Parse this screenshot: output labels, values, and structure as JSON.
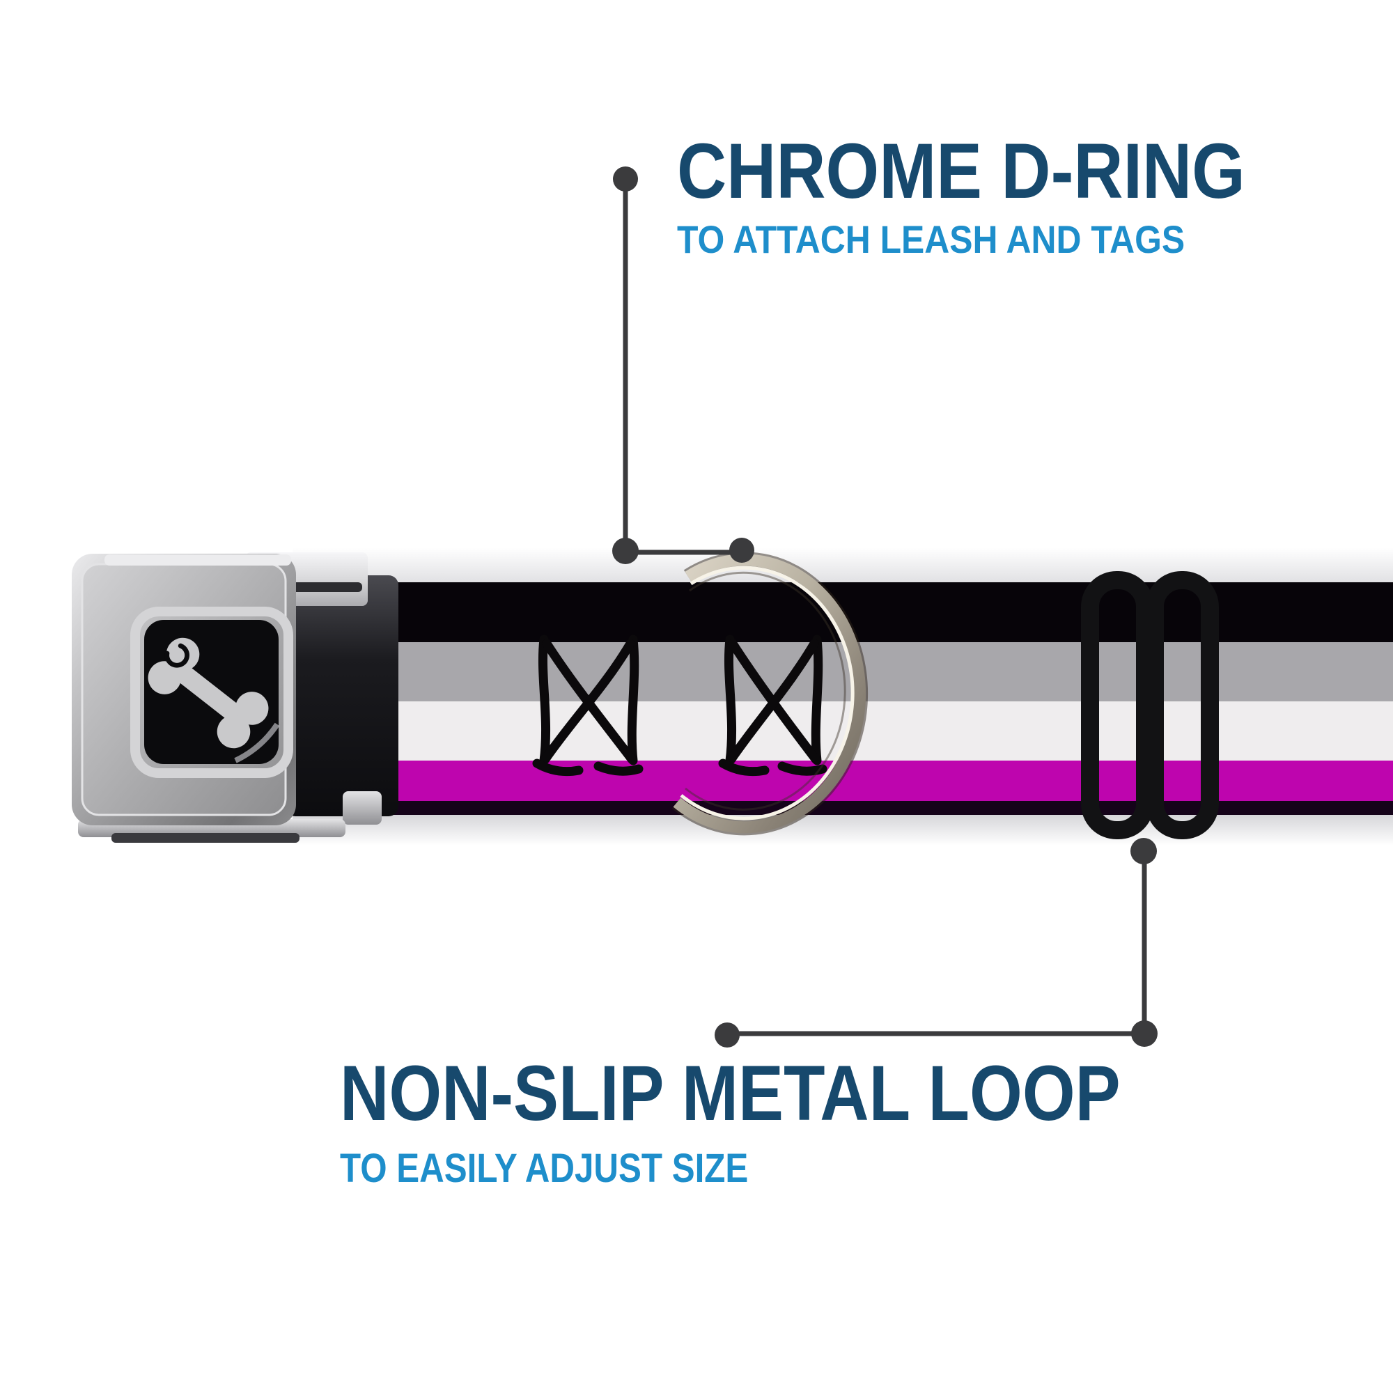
{
  "callout_top": {
    "title": "CHROME D-RING",
    "subtitle": "TO ATTACH LEASH AND TAGS"
  },
  "callout_bottom": {
    "title": "NON-SLIP METAL LOOP",
    "subtitle": "TO EASILY ADJUST SIZE"
  },
  "colors": {
    "title_blue": "#17496D",
    "subtitle_blue": "#1E8ECB",
    "callout_line": "#3B3B3D",
    "stripe_black": "#070409",
    "stripe_gray": "#A8A7AB",
    "stripe_white": "#EFEDEE",
    "stripe_magenta": "#BE05AE",
    "strap_edge_dark": "#15031A",
    "slider_black": "#121214",
    "ring_silver": "#C9C0B0",
    "buckle_silver": "#9B9B9D"
  },
  "product": {
    "buckle_style": "seatbelt-buckle",
    "buckle_icon": "dog-bone",
    "strap_stripes": [
      "black",
      "gray",
      "white",
      "magenta"
    ],
    "hardware": [
      "chrome-d-ring",
      "non-slip-metal-loop"
    ]
  }
}
